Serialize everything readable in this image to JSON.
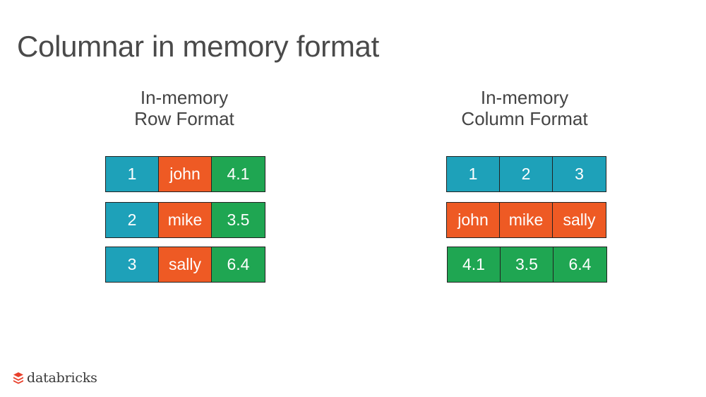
{
  "slide": {
    "title": "Columnar in memory format"
  },
  "row_format": {
    "heading_line1": "In-memory",
    "heading_line2": "Row Format",
    "rows": [
      [
        "1",
        "john",
        "4.1"
      ],
      [
        "2",
        "mike",
        "3.5"
      ],
      [
        "3",
        "sally",
        "6.4"
      ]
    ]
  },
  "column_format": {
    "heading_line1": "In-memory",
    "heading_line2": "Column Format",
    "rows": [
      [
        "1",
        "2",
        "3"
      ],
      [
        "john",
        "mike",
        "sally"
      ],
      [
        "4.1",
        "3.5",
        "6.4"
      ]
    ]
  },
  "colors": {
    "id": "#1ea1b9",
    "name": "#ee5a24",
    "score": "#1fa652"
  },
  "footer": {
    "logo_text": "databricks",
    "logo_icon": "databricks-stack-icon"
  }
}
